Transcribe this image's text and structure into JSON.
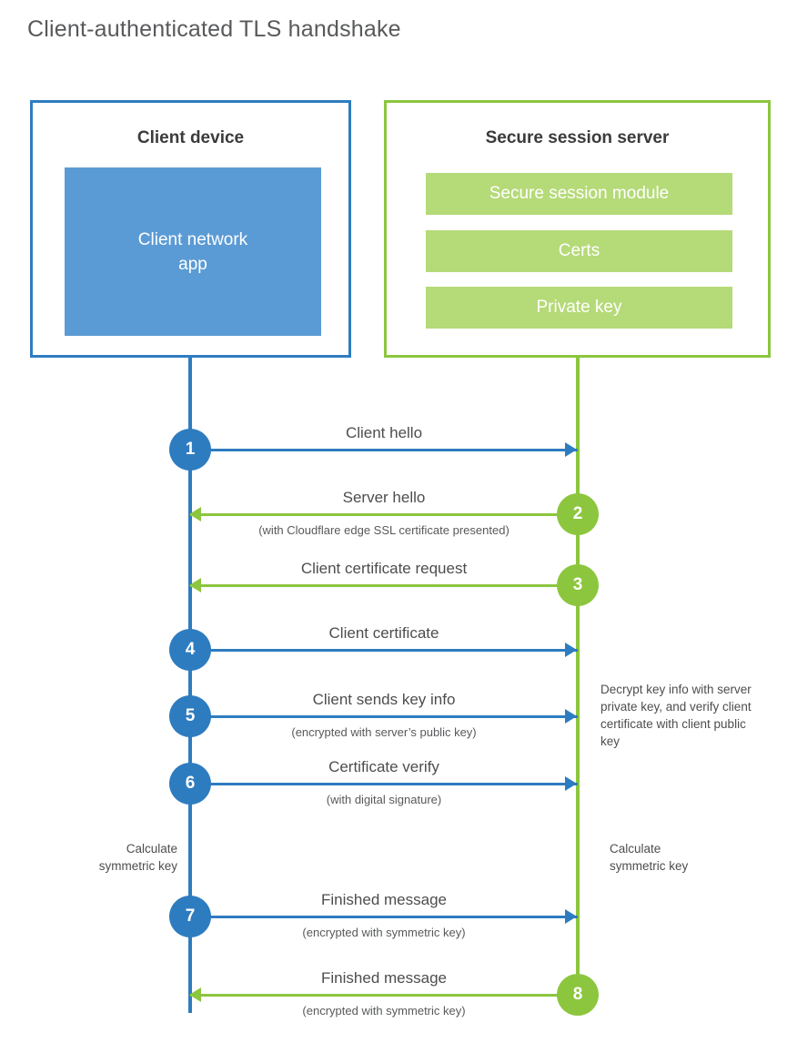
{
  "title": "Client-authenticated TLS handshake",
  "colors": {
    "client_blue": "#2E7CC0",
    "client_app_blue": "#5B9BD5",
    "server_green": "#8CC63E",
    "server_bar_green": "#B5DA78",
    "text_gray": "#4d4d4f",
    "background": "#ffffff"
  },
  "client": {
    "title": "Client device",
    "app_label": "Client network\napp"
  },
  "server": {
    "title": "Secure session server",
    "components": [
      "Secure session module",
      "Certs",
      "Private key"
    ]
  },
  "steps": [
    {
      "number": "1",
      "side": "client",
      "direction": "to-right",
      "label": "Client hello",
      "sublabel": ""
    },
    {
      "number": "2",
      "side": "server",
      "direction": "to-left",
      "label": "Server hello",
      "sublabel": "(with Cloudflare edge SSL certificate presented)"
    },
    {
      "number": "3",
      "side": "server",
      "direction": "to-left",
      "label": "Client certificate request",
      "sublabel": ""
    },
    {
      "number": "4",
      "side": "client",
      "direction": "to-right",
      "label": "Client certificate",
      "sublabel": ""
    },
    {
      "number": "5",
      "side": "client",
      "direction": "to-right",
      "label": "Client sends key info",
      "sublabel": "(encrypted with server’s public key)"
    },
    {
      "number": "6",
      "side": "client",
      "direction": "to-right",
      "label": "Certificate verify",
      "sublabel": "(with digital signature)"
    },
    {
      "number": "7",
      "side": "client",
      "direction": "to-right",
      "label": "Finished message",
      "sublabel": "(encrypted with symmetric key)"
    },
    {
      "number": "8",
      "side": "server",
      "direction": "to-left",
      "label": "Finished message",
      "sublabel": "(encrypted with symmetric key)"
    }
  ],
  "notes": {
    "server_decrypt": "Decrypt key info with server private key, and verify client certificate with client public key",
    "client_symmetric_key": "Calculate\nsymmetric key",
    "server_symmetric_key": "Calculate\nsymmetric key"
  }
}
